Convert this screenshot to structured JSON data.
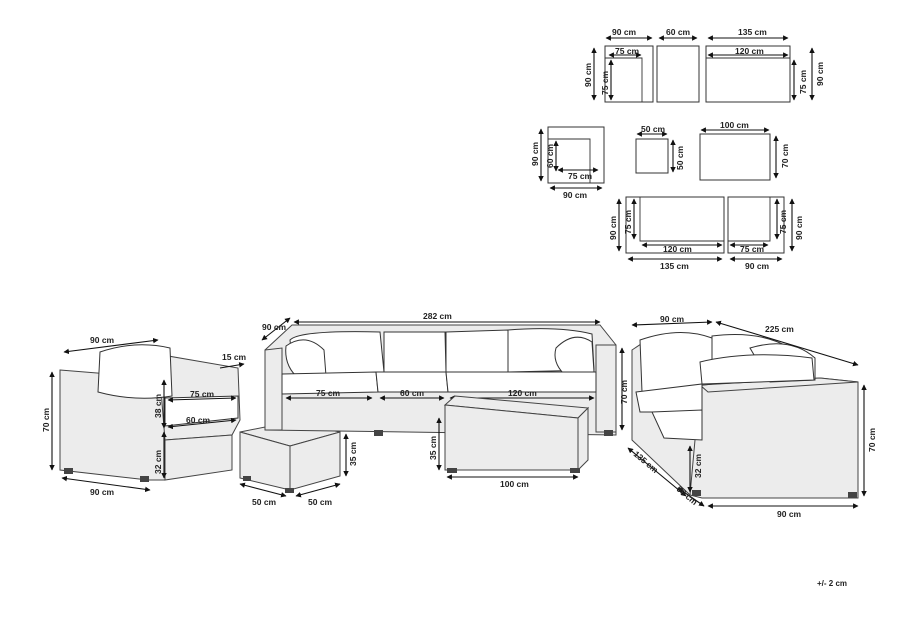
{
  "plans": {
    "row1": {
      "w_90": "90 cm",
      "w_75": "75 cm",
      "h_90": "90 cm",
      "h_75": "75 cm",
      "w_60": "60 cm",
      "w_135": "135 cm",
      "w_120": "120 cm",
      "h_75r": "75 cm",
      "h_90r": "90 cm"
    },
    "row2": {
      "h_90": "90 cm",
      "h_60": "60 cm",
      "w_75": "75 cm",
      "w_90": "90 cm",
      "w_50": "50 cm",
      "h_50": "50 cm",
      "w_100": "100 cm",
      "h_70": "70 cm"
    },
    "row3": {
      "h_90": "90 cm",
      "h_75": "75 cm",
      "w_120": "120 cm",
      "w_135": "135 cm",
      "h_75r": "75 cm",
      "h_90r": "90 cm",
      "w_75": "75 cm",
      "w_90": "90 cm"
    }
  },
  "armchair": {
    "depth": "90 cm",
    "arm": "15 cm",
    "height": "70 cm",
    "back": "38 cm",
    "seat_h": "32 cm",
    "width": "90 cm",
    "seat_d": "75 cm",
    "seat_w": "60 cm"
  },
  "footstool": {
    "height": "35 cm",
    "w": "50 cm",
    "d": "50 cm"
  },
  "sofa": {
    "depth": "90 cm",
    "total": "282 cm",
    "s1": "75 cm",
    "s2": "60 cm",
    "s3": "120 cm",
    "height": "70 cm"
  },
  "table": {
    "height": "35 cm",
    "width": "100 cm"
  },
  "corner": {
    "depth": "90 cm",
    "length": "225 cm",
    "height": "70 cm",
    "seat_h": "32 cm",
    "side": "135 cm",
    "side_d": "90 cm",
    "front": "90 cm"
  },
  "tolerance": "+/- 2 cm"
}
